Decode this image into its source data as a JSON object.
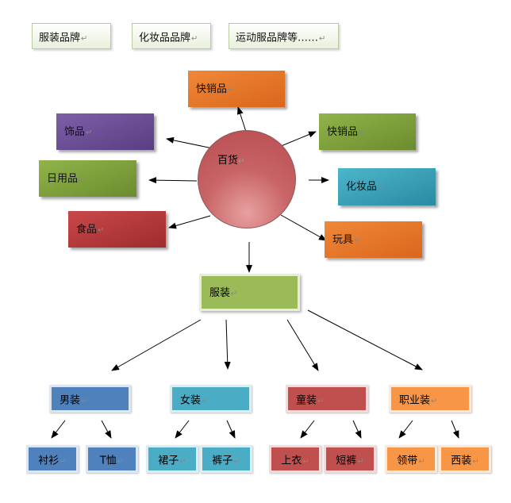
{
  "brands": [
    "服装品牌",
    "化妆品品牌",
    "运动服品牌等……"
  ],
  "hub": "百货",
  "categories": {
    "fmcg_top": "快销品",
    "accessories": "饰品",
    "fmcg_right": "快销品",
    "daily": "日用品",
    "cosmetics": "化妆品",
    "food": "食品",
    "toys": "玩具"
  },
  "clothing": "服装",
  "groups": [
    {
      "label": "男装",
      "children": [
        "衬衫",
        "T恤"
      ]
    },
    {
      "label": "女装",
      "children": [
        "裙子",
        "裤子"
      ]
    },
    {
      "label": "童装",
      "children": [
        "上衣",
        "短裤"
      ]
    },
    {
      "label": "职业装",
      "children": [
        "领带",
        "西装"
      ]
    }
  ],
  "paragraph_mark": "↵",
  "colors": {
    "orange": "#e8762a",
    "purple": "#6b4c95",
    "green": "#7b9e3c",
    "teal": "#3aa1b6",
    "red": "#b4383a",
    "hub": "#c05054",
    "clothing": "#9bbb59",
    "blue": "#4f81bd",
    "aqua": "#4bacc6",
    "crimson": "#c0504d",
    "lightorange": "#f79646"
  }
}
